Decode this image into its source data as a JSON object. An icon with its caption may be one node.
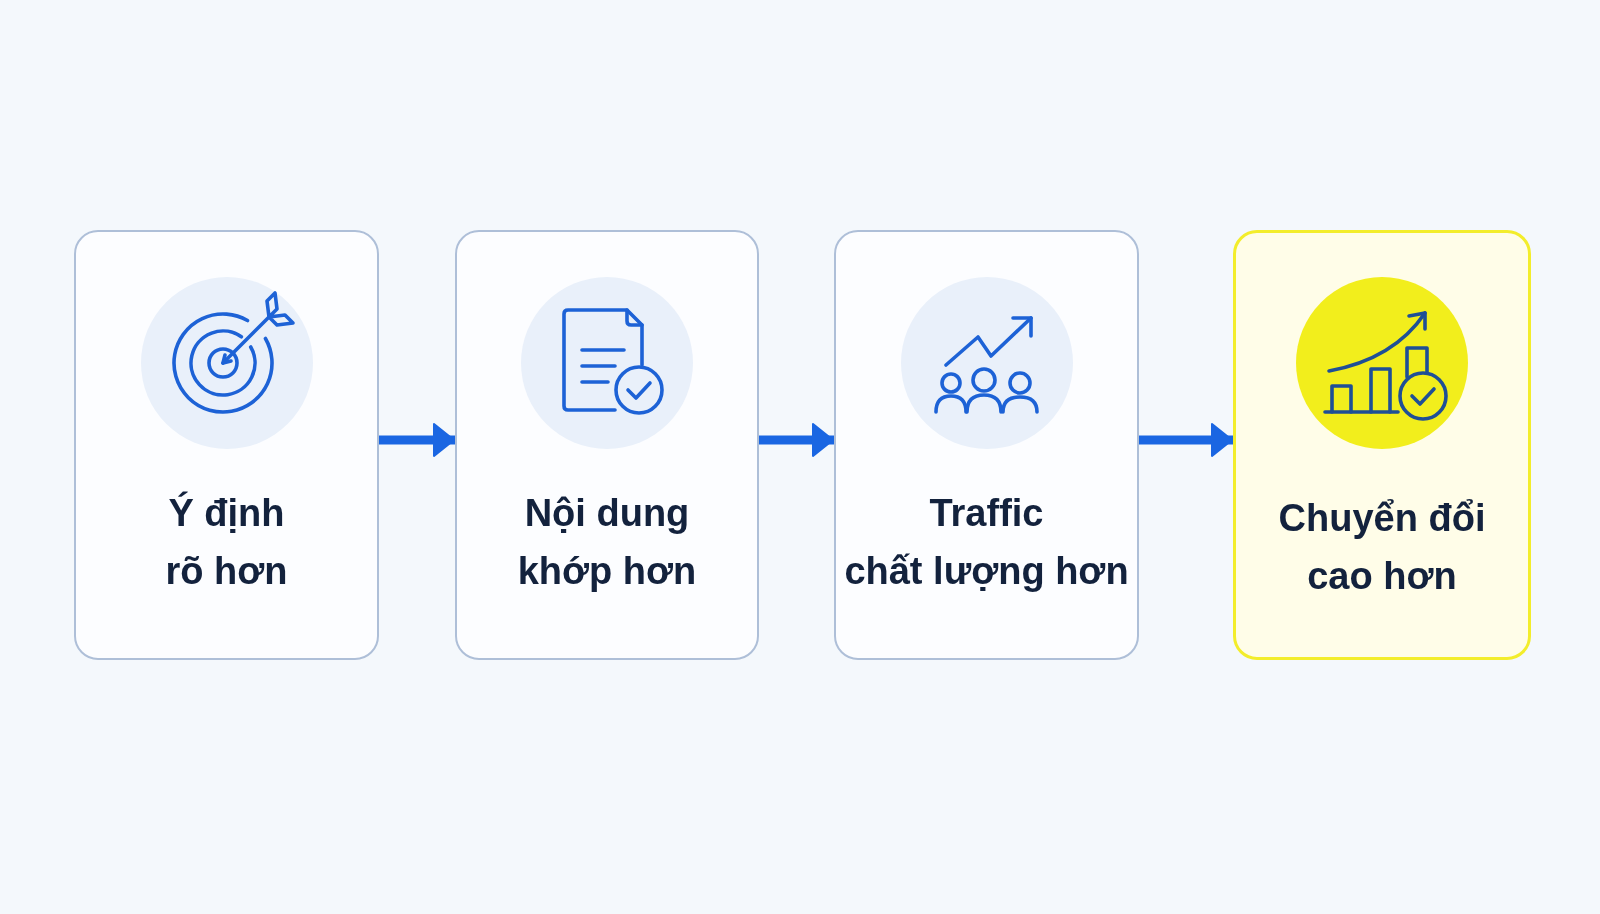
{
  "diagram": {
    "nodes": [
      {
        "text": [
          "Ý định rõ hơn"
        ]
      },
      {
        "text": [
          "Nội dung khớp hơn"
        ]
      },
      {
        "text": [
          "Traffic chất lượng hơn"
        ]
      },
      {
        "text": [
          "Chuyển đổi cao hơn"
        ]
      }
    ],
    "edges": [
      {
        "from": 0,
        "to": 1,
        "arrow": "to"
      },
      {
        "from": 1,
        "to": 2,
        "arrow": "to"
      },
      {
        "from": 2,
        "to": 3,
        "arrow": "to"
      }
    ]
  }
}
